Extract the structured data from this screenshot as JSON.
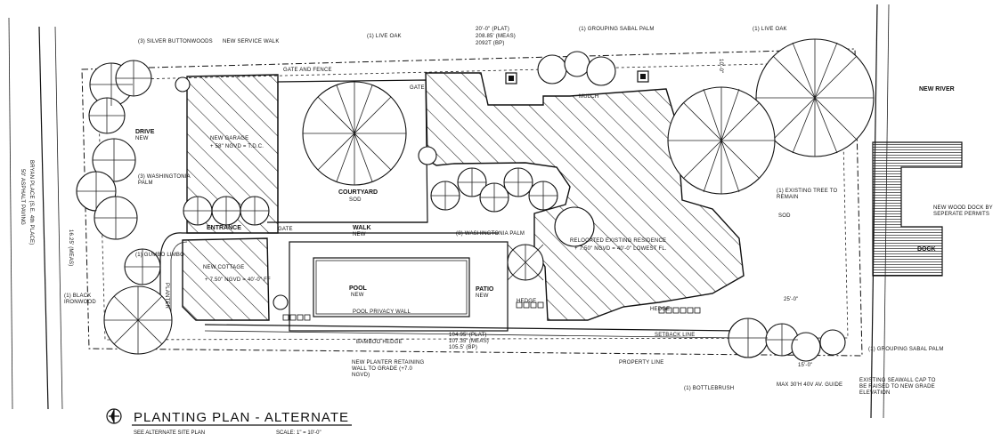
{
  "labels": {
    "silver_buttonwoods": "(3) SILVER BUTTONWOODS",
    "new_service_walk": "NEW SERVICE WALK",
    "live_oak_1": "(1) LIVE OAK",
    "property_lines_top": [
      "20'-0\" (PLAT)",
      "208.85' (MEAS)",
      "2092T (BP)"
    ],
    "grouping_sabal_palm_top": "(1) GROUPING SABAL PALM",
    "live_oak_2": "(1) LIVE OAK",
    "new_river": "NEW RIVER",
    "gate_and_fence": "GATE AND FENCE",
    "gate": "GATE",
    "mulch": "MULCH",
    "drive": "DRIVE",
    "drive_sub": "NEW",
    "new_garage": "NEW GARAGE",
    "new_garage_sub": "+ 58\" NGVD = T.D.C.",
    "washingtonia_palm_left": "(3) WASHINGTONIA",
    "washingtonia_palm_left2": "PALM",
    "courtyard": "COURTYARD",
    "courtyard_sub": "SOD",
    "washingtonia_palm_center": "(8) WASHINGTONIA PALM",
    "existing_tree": "(1) EXISTING TREE TO",
    "existing_tree2": "REMAIN",
    "sod": "SOD",
    "new_wood_dock": "NEW WOOD DOCK BY",
    "new_wood_dock2": "SEPERATE PERMITS",
    "dock": "DOCK",
    "gumbo_limbo": "(1) GUMBO LIMBO",
    "entrance": "ENTRANCE",
    "gate2": "GATE",
    "walk": "WALK",
    "walk_sub": "NEW",
    "relocated_residence": "RELOCATED EXISTING RESIDENCE",
    "relocated_residence_sub": "+ 7.50\" NGVD = 40'-0\" LOWEST FL.",
    "new_cottage": "NEW COTTAGE",
    "new_cottage_sub": "+ 7.50\" NGVD = 40'-0\" FF",
    "planter": "PLANTER",
    "black_ironwood": "(1) BLACK",
    "black_ironwood2": "IRONWOOD",
    "pool": "POOL",
    "pool_sub": "NEW",
    "patio": "PATIO",
    "patio_sub": "NEW",
    "hedge_1": "HEDGE",
    "hedge_2": "HEDGE",
    "pool_privacy_wall": "POOL PRIVACY WALL",
    "setback_line": "SETBACK LINE",
    "bamboo_hedge": "BAMBOO HEDGE",
    "property_lines_bottom": [
      "104.95' (PLAT)",
      "107.35' (MEAS)",
      "105.5' (BP)"
    ],
    "grouping_sabal_palm_bottom": "(1) GROUPING SABAL PALM",
    "new_planter_wall": "NEW PLANTER RETAINING",
    "new_planter_wall2": "WALL TO GRADE (+7.0",
    "new_planter_wall3": "NGVD)",
    "property_line": "PROPERTY LINE",
    "bottlebrush": "(1) BOTTLEBRUSH",
    "seawall_note": "EXISTING SEAWALL CAP TO",
    "seawall_note2": "BE RAISED TO NEW GRADE",
    "seawall_note3": "ELEVATION",
    "max_note": "MAX 30'H 40V AV. GUIDE",
    "street": "BRYAN PLACE (S.E. 4th PLACE)",
    "street_sub": "50' ASPHALT PAVING",
    "dim_25": "25'-0\"",
    "dim_15": "15'-0\"",
    "dim_10": "10'-0\"",
    "dim_16": "16.25' (MEAS)"
  },
  "title": {
    "main": "PLANTING PLAN - ALTERNATE",
    "sub": "SEE ALTERNATE SITE PLAN",
    "scale": "SCALE: 1\" = 10'-0\""
  }
}
